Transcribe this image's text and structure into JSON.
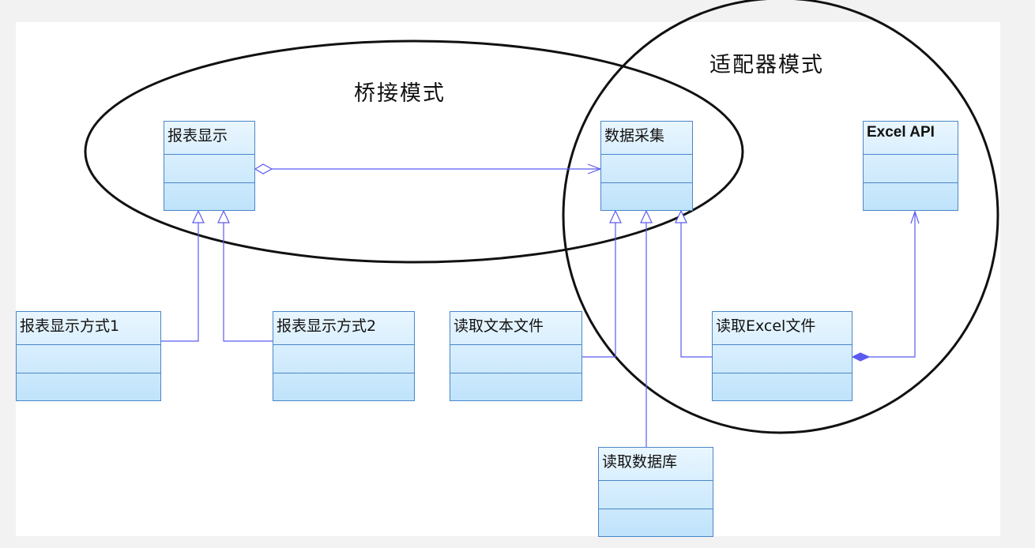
{
  "regions": {
    "bridge": "桥接模式",
    "adapter": "适配器模式"
  },
  "classes": {
    "report_display": "报表显示",
    "data_collect": "数据采集",
    "excel_api": "Excel API",
    "report_mode1": "报表显示方式1",
    "report_mode2": "报表显示方式2",
    "read_text": "读取文本文件",
    "read_excel": "读取Excel文件",
    "read_db": "读取数据库"
  },
  "colors": {
    "class_border": "#4a86c8",
    "connector": "#5b5bf0",
    "ellipse": "#111111"
  }
}
